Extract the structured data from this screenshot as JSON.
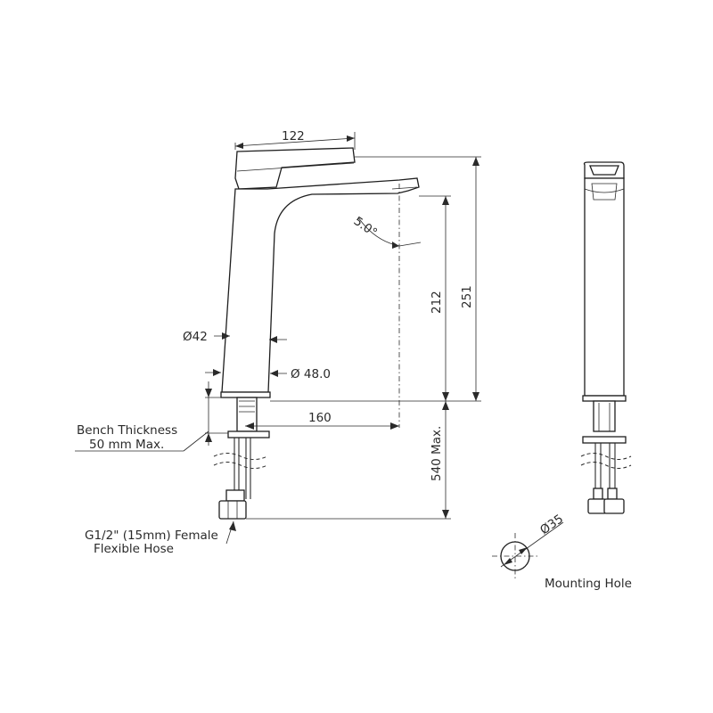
{
  "dimensions": {
    "lever_length": "122",
    "total_height": "251",
    "spout_height": "212",
    "spout_angle": "5.0°",
    "body_diameter": "Ø42",
    "base_diameter": "Ø 48.0",
    "spout_reach": "160",
    "below_bench": "540 Max.",
    "hole_diameter": "Ø35"
  },
  "notes": {
    "bench_line1": "Bench Thickness",
    "bench_line2": "50 mm  Max.",
    "hose_line1": "G1/2\" (15mm) Female",
    "hose_line2": "Flexible Hose",
    "mounting_hole": "Mounting Hole"
  }
}
